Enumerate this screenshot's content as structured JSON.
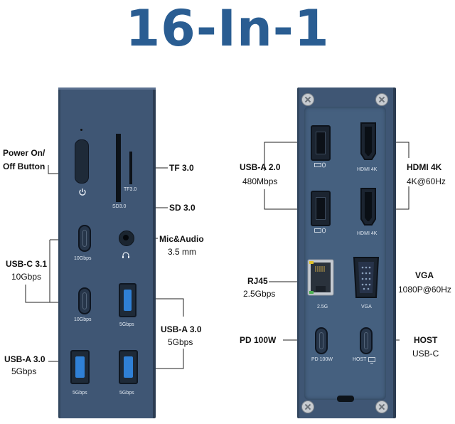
{
  "title": "16-In-1",
  "colors": {
    "title": "#2a5d92",
    "device": "#3f5674",
    "usb3_blue": "#2f80d6"
  },
  "front": {
    "labels": {
      "power_line1": "Power On/",
      "power_line2": "Off Button",
      "tf": "TF 3.0",
      "sd": "SD 3.0",
      "mic_title": "Mic&Audio",
      "mic_sub": "3.5 mm",
      "usbc_title": "USB-C 3.1",
      "usbc_sub": "10Gbps",
      "usba_right_title": "USB-A 3.0",
      "usba_right_sub": "5Gbps",
      "usba_left_title": "USB-A 3.0",
      "usba_left_sub": "5Gbps"
    },
    "port_text": {
      "tf": "TF3.0",
      "sd": "SD3.0",
      "usbc1": "10Gbps",
      "usbc2": "10Gbps",
      "usba_top": "5Gbps",
      "usba_bl": "5Gbps",
      "usba_br": "5Gbps"
    },
    "icons": [
      "power-icon",
      "headset-icon"
    ]
  },
  "back": {
    "labels": {
      "usba2_title": "USB-A 2.0",
      "usba2_sub": "480Mbps",
      "hdmi_title": "HDMI 4K",
      "hdmi_sub": "4K@60Hz",
      "rj45_title": "RJ45",
      "rj45_sub": "2.5Gbps",
      "vga_title": "VGA",
      "vga_sub": "1080P@60Hz",
      "pd_title": "PD 100W",
      "host_title": "HOST",
      "host_sub": "USB-C"
    },
    "port_text": {
      "hdmi1": "HDMI 4K",
      "hdmi2": "HDMI 4K",
      "rj45": "2.5G",
      "vga": "VGA",
      "pd": "PD 100W",
      "host": "HOST"
    },
    "icons": [
      "keyboard-mouse-icon",
      "monitor-icon"
    ]
  }
}
